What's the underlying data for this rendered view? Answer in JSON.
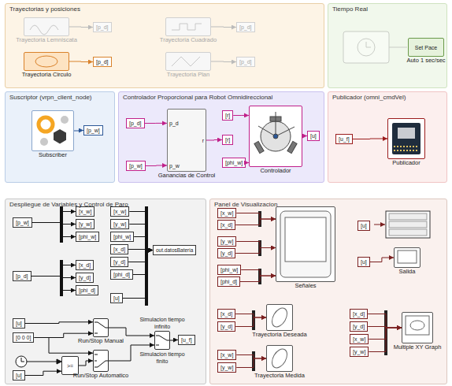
{
  "diagram": {
    "nodes": [
      {
        "text": [
          "Trayectorias y posiciones"
        ]
      },
      {
        "text": [
          "Trayectoria Lemniscata"
        ],
        "in": 0
      },
      {
        "text": [
          "[p_d]"
        ],
        "in": 0
      },
      {
        "text": [
          "Trayectoria Cuadrado"
        ],
        "in": 0
      },
      {
        "text": [
          "[p_d]"
        ],
        "in": 0
      },
      {
        "text": [
          "Trayectoria Circulo"
        ],
        "in": 0
      },
      {
        "text": [
          "[p_d]"
        ],
        "in": 0
      },
      {
        "text": [
          "Trayectoria Plan"
        ],
        "in": 0
      },
      {
        "text": [
          "[p_d]"
        ],
        "in": 0
      },
      {
        "text": [
          "Tiempo Real"
        ]
      },
      {
        "text": [
          "Set Pace",
          "Auto 1 sec/sec"
        ],
        "in": 9
      },
      {
        "text": [
          "Suscriptor (vrpn_client_node)"
        ]
      },
      {
        "text": [
          "Subscriber"
        ],
        "in": 11
      },
      {
        "text": [
          "[p_w]"
        ],
        "in": 11
      },
      {
        "text": [
          "Controlador Proporcional para Robot Omnidireccional"
        ]
      },
      {
        "text": [
          "[p_d]"
        ],
        "in": 14
      },
      {
        "text": [
          "[p_w]"
        ],
        "in": 14
      },
      {
        "text": [
          "p_d",
          "p_w",
          "r",
          "Ganancias de Control"
        ],
        "in": 14
      },
      {
        "text": [
          "[r]"
        ],
        "in": 14
      },
      {
        "text": [
          "[r]"
        ],
        "in": 14
      },
      {
        "text": [
          "[phi_w]"
        ],
        "in": 14
      },
      {
        "text": [
          "Controlador"
        ],
        "in": 14
      },
      {
        "text": [
          "[u]"
        ],
        "in": 14
      },
      {
        "text": [
          "Publicador (omni_cmdVel)"
        ]
      },
      {
        "text": [
          "[u_f]"
        ],
        "in": 23
      },
      {
        "text": [
          "Publicador"
        ],
        "in": 23
      },
      {
        "text": [
          "Despliegue de Variables y Control de Paro"
        ]
      },
      {
        "text": [
          "[p_w]"
        ],
        "in": 26
      },
      {
        "text": [
          "[x_w]"
        ],
        "in": 26
      },
      {
        "text": [
          "[y_w]"
        ],
        "in": 26
      },
      {
        "text": [
          "[phi_w]"
        ],
        "in": 26
      },
      {
        "text": [
          "[p_d]"
        ],
        "in": 26
      },
      {
        "text": [
          "[x_d]"
        ],
        "in": 26
      },
      {
        "text": [
          "[y_d]"
        ],
        "in": 26
      },
      {
        "text": [
          "[phi_d]"
        ],
        "in": 26
      },
      {
        "text": [
          "[x_w]"
        ],
        "in": 26
      },
      {
        "text": [
          "[y_w]"
        ],
        "in": 26
      },
      {
        "text": [
          "[phi_w]"
        ],
        "in": 26
      },
      {
        "text": [
          "[x_d]"
        ],
        "in": 26
      },
      {
        "text": [
          "[y_d]"
        ],
        "in": 26
      },
      {
        "text": [
          "[phi_d]"
        ],
        "in": 26
      },
      {
        "text": [
          "[u]"
        ],
        "in": 26
      },
      {
        "text": [
          "out.datosBateria"
        ],
        "in": 26
      },
      {
        "text": [
          "[u]"
        ],
        "in": 26
      },
      {
        "text": [
          "[0 0 0]"
        ],
        "in": 26
      },
      {
        "text": [
          "[u]"
        ],
        "in": 26
      },
      {
        "text": [
          ">="
        ],
        "in": 26
      },
      {
        "text": [
          "Run/Stop Manual"
        ],
        "in": 26
      },
      {
        "text": [
          "Run/Stop Automatico"
        ],
        "in": 26
      },
      {
        "text": [
          "Simulacion tiempo infinito",
          "Simulacion tiempo finito"
        ],
        "in": 26
      },
      {
        "text": [
          "[u_f]"
        ],
        "in": 26
      },
      {
        "text": [
          "Panel de Visualizacion"
        ]
      },
      {
        "text": [
          "[x_w]"
        ],
        "in": 51
      },
      {
        "text": [
          "[x_d]"
        ],
        "in": 51
      },
      {
        "text": [
          "[y_w]"
        ],
        "in": 51
      },
      {
        "text": [
          "[y_d]"
        ],
        "in": 51
      },
      {
        "text": [
          "[phi_w]"
        ],
        "in": 51
      },
      {
        "text": [
          "[phi_d]"
        ],
        "in": 51
      },
      {
        "text": [
          "Señales"
        ],
        "in": 51
      },
      {
        "text": [
          "[u]"
        ],
        "in": 51
      },
      {
        "text": [
          "[u]"
        ],
        "in": 51
      },
      {
        "text": [
          "Salida"
        ],
        "in": 51
      },
      {
        "text": [
          "[x_d]"
        ],
        "in": 51
      },
      {
        "text": [
          "[y_d]"
        ],
        "in": 51
      },
      {
        "text": [
          "Trayectoria Deseada"
        ],
        "in": 51
      },
      {
        "text": [
          "[x_w]"
        ],
        "in": 51
      },
      {
        "text": [
          "[y_w]"
        ],
        "in": 51
      },
      {
        "text": [
          "Trayectoria Medida"
        ],
        "in": 51
      },
      {
        "text": [
          "[x_d]"
        ],
        "in": 51
      },
      {
        "text": [
          "[y_d]"
        ],
        "in": 51
      },
      {
        "text": [
          "[x_w]"
        ],
        "in": 51
      },
      {
        "text": [
          "[y_w]"
        ],
        "in": 51
      },
      {
        "text": [
          "Multiple XY Graph"
        ],
        "in": 51
      }
    ],
    "edges": [
      {
        "from": 1,
        "to": 2,
        "arrow": "to"
      },
      {
        "from": 3,
        "to": 4,
        "arrow": "to"
      },
      {
        "from": 5,
        "to": 6,
        "arrow": "to"
      },
      {
        "from": 7,
        "to": 8,
        "arrow": "to"
      },
      {
        "from": 12,
        "to": 13,
        "arrow": "to"
      },
      {
        "from": 15,
        "to": 17,
        "arrow": "to"
      },
      {
        "from": 16,
        "to": 17,
        "arrow": "to"
      },
      {
        "from": 17,
        "to": 19,
        "arrow": "to"
      },
      {
        "from": 18,
        "to": 21,
        "arrow": "to"
      },
      {
        "from": 20,
        "to": 21,
        "arrow": "to"
      },
      {
        "from": 21,
        "to": 22,
        "arrow": "to"
      },
      {
        "from": 24,
        "to": 25,
        "arrow": "to"
      },
      {
        "from": 27,
        "to": 28,
        "arrow": "to"
      },
      {
        "from": 27,
        "to": 29,
        "arrow": "to"
      },
      {
        "from": 27,
        "to": 30,
        "arrow": "to"
      },
      {
        "from": 31,
        "to": 32,
        "arrow": "to"
      },
      {
        "from": 31,
        "to": 33,
        "arrow": "to"
      },
      {
        "from": 31,
        "to": 34,
        "arrow": "to"
      },
      {
        "from": 35,
        "to": 42,
        "arrow": "to"
      },
      {
        "from": 36,
        "to": 42,
        "arrow": "to"
      },
      {
        "from": 37,
        "to": 42,
        "arrow": "to"
      },
      {
        "from": 38,
        "to": 42,
        "arrow": "to"
      },
      {
        "from": 39,
        "to": 42,
        "arrow": "to"
      },
      {
        "from": 40,
        "to": 42,
        "arrow": "to"
      },
      {
        "from": 41,
        "to": 42,
        "arrow": "to"
      },
      {
        "from": 43,
        "to": 47,
        "arrow": "to"
      },
      {
        "from": 44,
        "to": 47,
        "arrow": "to"
      },
      {
        "from": 44,
        "to": 48,
        "arrow": "to"
      },
      {
        "from": 46,
        "to": 48,
        "arrow": "to"
      },
      {
        "from": 45,
        "to": 46,
        "arrow": "to"
      },
      {
        "from": 47,
        "to": 49,
        "arrow": "to"
      },
      {
        "from": 48,
        "to": 49,
        "arrow": "to"
      },
      {
        "from": 49,
        "to": 50,
        "arrow": "to"
      },
      {
        "from": 52,
        "to": 58,
        "arrow": "to"
      },
      {
        "from": 53,
        "to": 58,
        "arrow": "to"
      },
      {
        "from": 54,
        "to": 58,
        "arrow": "to"
      },
      {
        "from": 55,
        "to": 58,
        "arrow": "to"
      },
      {
        "from": 56,
        "to": 58,
        "arrow": "to"
      },
      {
        "from": 57,
        "to": 58,
        "arrow": "to"
      },
      {
        "from": 60,
        "to": 61,
        "arrow": "to"
      },
      {
        "from": 62,
        "to": 64,
        "arrow": "to"
      },
      {
        "from": 63,
        "to": 64,
        "arrow": "to"
      },
      {
        "from": 65,
        "to": 67,
        "arrow": "to"
      },
      {
        "from": 66,
        "to": 67,
        "arrow": "to"
      },
      {
        "from": 68,
        "to": 72,
        "arrow": "to"
      },
      {
        "from": 69,
        "to": 72,
        "arrow": "to"
      },
      {
        "from": 70,
        "to": 72,
        "arrow": "to"
      },
      {
        "from": 71,
        "to": 72,
        "arrow": "to"
      }
    ]
  }
}
